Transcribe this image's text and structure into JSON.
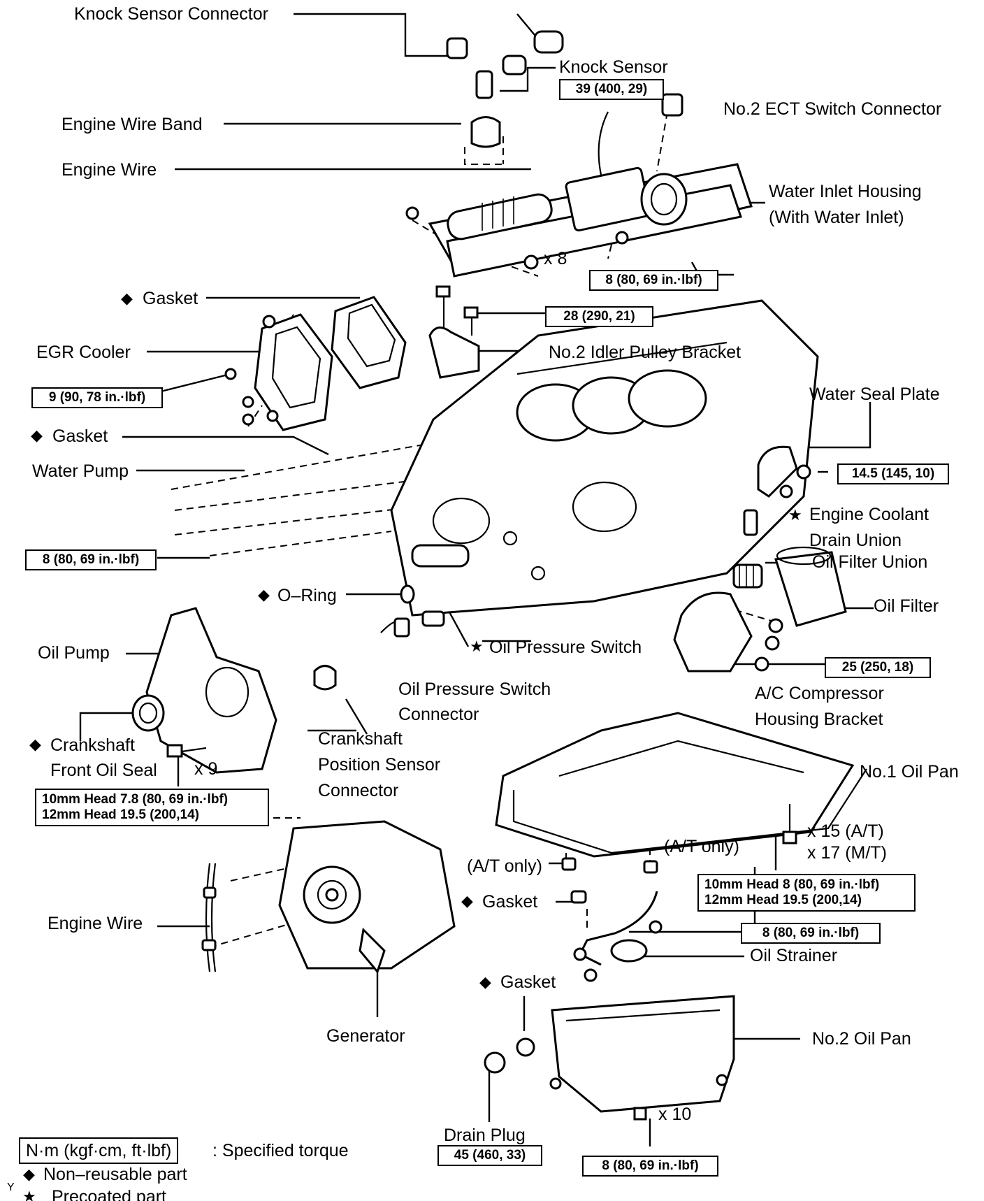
{
  "labels": {
    "knock_sensor_connector": "Knock Sensor Connector",
    "knock_sensor": "Knock Sensor",
    "no2_ect_switch_connector": "No.2 ECT Switch Connector",
    "engine_wire_band": "Engine Wire Band",
    "engine_wire_top": "Engine Wire",
    "water_inlet_housing_1": "Water Inlet Housing",
    "water_inlet_housing_2": "(With Water Inlet)",
    "x8": "x 8",
    "gasket_1": "Gasket",
    "egr_cooler": "EGR Cooler",
    "no2_idler_pulley_bracket": "No.2 Idler Pulley Bracket",
    "water_seal_plate": "Water Seal Plate",
    "gasket_2": "Gasket",
    "water_pump": "Water Pump",
    "engine_coolant_drain_union_1": "Engine Coolant",
    "engine_coolant_drain_union_2": "Drain Union",
    "oil_filter_union": "Oil Filter Union",
    "oil_filter": "Oil Filter",
    "o_ring": "O–Ring",
    "oil_pressure_switch": "Oil Pressure Switch",
    "oil_pump": "Oil Pump",
    "oil_pressure_switch_connector_1": "Oil Pressure Switch",
    "oil_pressure_switch_connector_2": "Connector",
    "ac_compressor_housing_bracket_1": "A/C Compressor",
    "ac_compressor_housing_bracket_2": "Housing Bracket",
    "crankshaft_front_oil_seal_1": "Crankshaft",
    "crankshaft_front_oil_seal_2": "Front Oil Seal",
    "x9": "x 9",
    "crankshaft_position_sensor_connector_1": "Crankshaft",
    "crankshaft_position_sensor_connector_2": "Position Sensor",
    "crankshaft_position_sensor_connector_3": "Connector",
    "no1_oil_pan": "No.1 Oil Pan",
    "x15_at": "x 15 (A/T)",
    "x17_mt": "x 17 (M/T)",
    "at_only_left": "(A/T only)",
    "at_only_right": "(A/T only)",
    "gasket_3": "Gasket",
    "engine_wire_bottom": "Engine Wire",
    "oil_strainer": "Oil Strainer",
    "gasket_4": "Gasket",
    "generator": "Generator",
    "no2_oil_pan": "No.2 Oil Pan",
    "x10": "x 10",
    "drain_plug": "Drain Plug"
  },
  "torque": {
    "knock_sensor": "39 (400, 29)",
    "water_inlet_housing": "8 (80, 69 in.·lbf)",
    "idler_pulley_bracket": "28 (290, 21)",
    "egr_cooler": "9 (90, 78 in.·lbf)",
    "water_seal_plate": "14.5 (145, 10)",
    "water_pump": "8 (80, 69 in.·lbf)",
    "ac_bracket": "25 (250, 18)",
    "oil_pump_10mm": "10mm Head 7.8 (80, 69 in.·lbf)",
    "oil_pump_12mm": "12mm Head 19.5 (200,14)",
    "no1_oil_pan_10mm": "10mm Head 8 (80, 69 in.·lbf)",
    "no1_oil_pan_12mm": "12mm Head 19.5 (200,14)",
    "oil_strainer": "8 (80, 69 in.·lbf)",
    "drain_plug": "45 (460, 33)",
    "no2_oil_pan": "8 (80, 69 in.·lbf)"
  },
  "legend": {
    "torque_unit": "N·m (kgf·cm, ft·lbf)",
    "torque_desc": ": Specified torque",
    "non_reusable": "Non–reusable part",
    "precoated": "Precoated part",
    "corner_mark": "Y"
  },
  "marks": {
    "diamond": "◆",
    "star": "★"
  }
}
